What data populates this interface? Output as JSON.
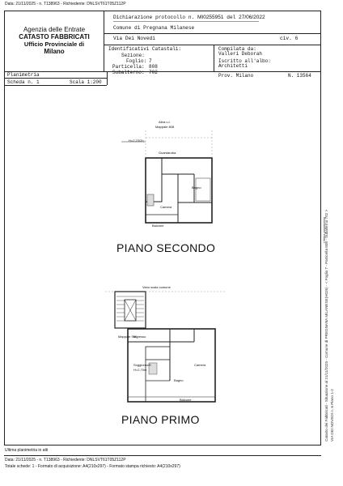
{
  "top_line": "Data: 21/11/2025 - n. T138963 - Richiedente: DNLSVT61T05Z112P",
  "agency": {
    "line1": "Agenzia delle Entrate",
    "line2": "CATASTO FABBRICATI",
    "line3": "Ufficio Provinciale di",
    "line4": "Milano"
  },
  "header": {
    "protocol_label": "Dichiarazione protocollo n.",
    "protocol_number": "MI0255951",
    "protocol_del": "del",
    "protocol_date": "27/06/2022",
    "comune": "Comune di Pregnana Milanese",
    "via": "Via Dei Novedi",
    "civ": "civ. 6",
    "ident_title": "Identificativi Catastali:",
    "sezione_label": "Sezione:",
    "sezione_value": "",
    "foglio_label": "Foglio:",
    "foglio_value": "7",
    "particella_label": "Particella:",
    "particella_value": "808",
    "subalterno_label": "Subalterno:",
    "subalterno_value": "702",
    "compilata_label": "Compilata da:",
    "compilata_value": "Valleri Deborah",
    "iscritto_label": "Iscritto all'albo:",
    "iscritto_value": "Architetti",
    "prov_label": "Prov. Milano",
    "prov_number": "N. 13564"
  },
  "planimetria": {
    "label": "Planimetria",
    "scheda": "Scheda n. 1",
    "scala": "Scala 1:200"
  },
  "floors": {
    "secondo": "PIANO SECONDO",
    "primo": "PIANO PRIMO"
  },
  "plan_labels": {
    "altra_ui_808_top": "Altra u.i.",
    "mappale_808": "Mappale 808",
    "h_label": "H=2,23/2h",
    "guardaroba": "Guardaroba",
    "bagno": "Bagno",
    "camera": "Camera",
    "balcone": "Balcone",
    "vano_scala": "Vano scala comune",
    "ingresso": "Ingresso",
    "soggiorno": "Soggiorno/K",
    "h_primo": "H=2,70m",
    "bagno2": "Bagno",
    "camera2": "Camera",
    "balcone2": "Balcone",
    "mappale_950": "Mappale 950"
  },
  "sidebar": {
    "line1": "Catasto dei Fabbricati - Situazione al 21/11/2025 - Comune di PREGNANA MILANESE(H026) - < Foglio 7 - Particella 808 - Subalterno 702 >",
    "line2": "VIA DEI NOVEDI n. 6 Piano 1-2",
    "stamp": "Ultima planimetria"
  },
  "footer": {
    "ultima": "Ultima planimetria in atti",
    "line1": "Data: 21/11/2025 - n. T138963 - Richiedente: DNLSVT61T05Z112P",
    "line2": "Totale schede: 1 - Formato di acquisizione: A4(210x297) - Formato stampa richiesto: A4(210x297)"
  }
}
